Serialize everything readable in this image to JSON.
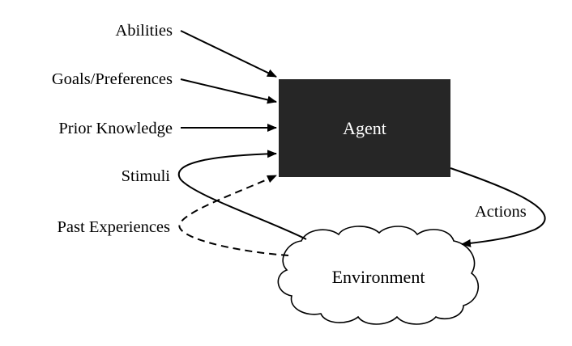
{
  "diagram": {
    "agent_label": "Agent",
    "environment_label": "Environment",
    "inputs": {
      "abilities": "Abilities",
      "goals": "Goals/Preferences",
      "prior_knowledge": "Prior Knowledge",
      "stimuli": "Stimuli",
      "past_experiences": "Past Experiences"
    },
    "actions_label": "Actions",
    "colors": {
      "agent_fill": "#262626",
      "agent_text": "#ffffff",
      "line": "#000000",
      "environment_fill": "#ffffff"
    }
  }
}
